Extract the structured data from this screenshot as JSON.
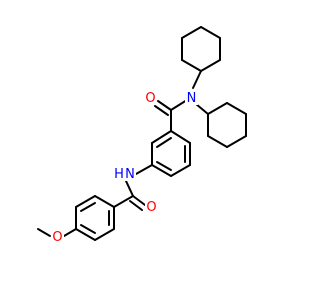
{
  "molecule": {
    "atoms": {
      "o_amide1": {
        "label": "O",
        "color": "#ff0000"
      },
      "n_amide1": {
        "label": "N",
        "color": "#0000ff"
      },
      "n_amide2": {
        "label": "N",
        "color": "#0000ff"
      },
      "h_amide2": {
        "label": "H",
        "color": "#0000ff"
      },
      "o_amide2": {
        "label": "O",
        "color": "#ff0000"
      },
      "o_methoxy": {
        "label": "O",
        "color": "#ff0000"
      }
    }
  }
}
